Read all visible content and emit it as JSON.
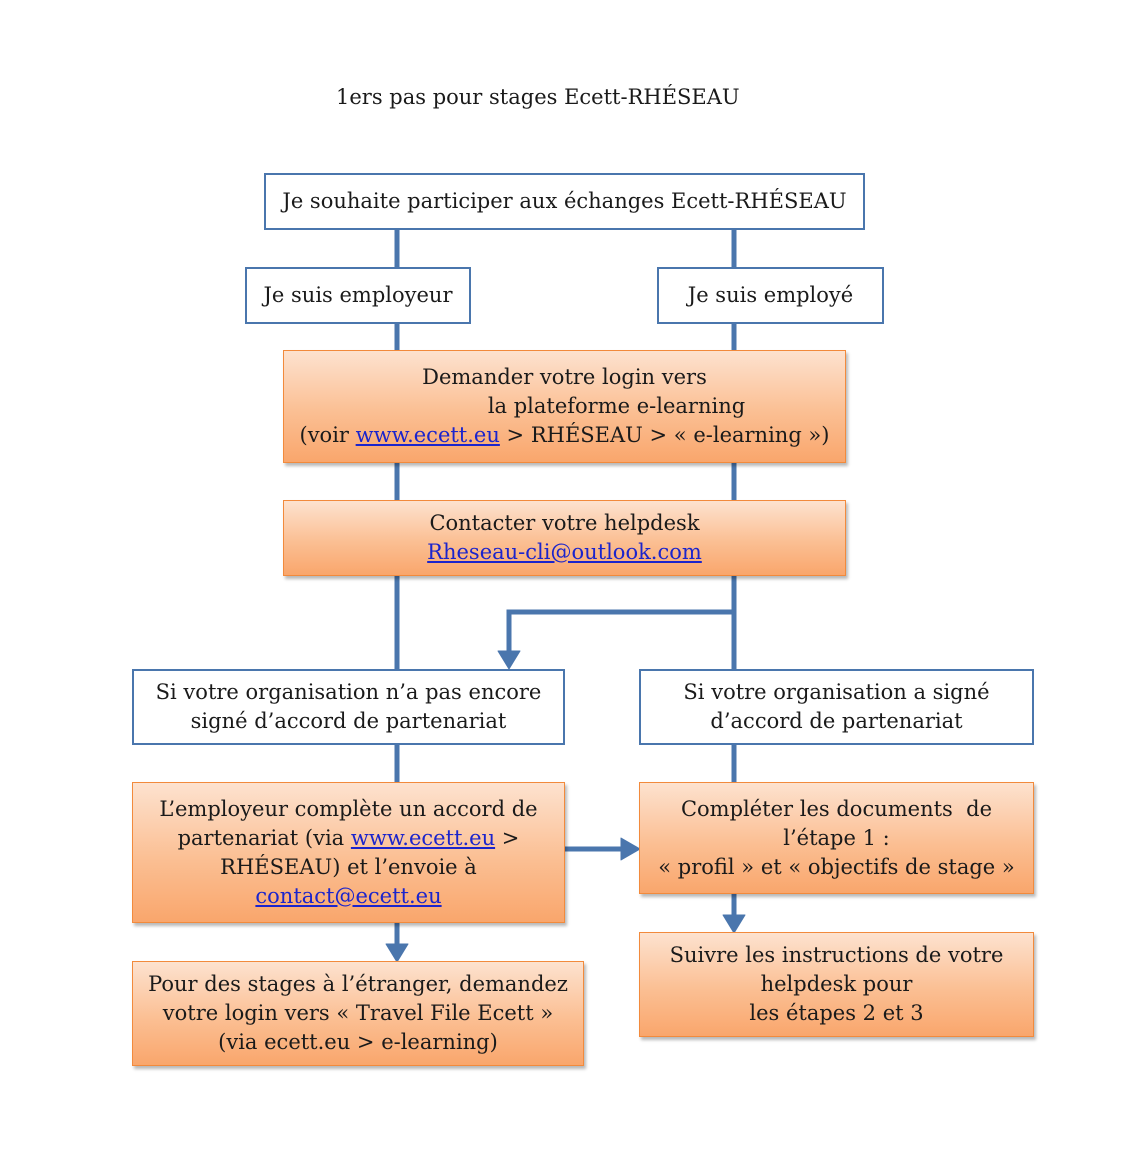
{
  "title": "1ers pas pour stages Ecett-RHÉSEAU",
  "colors": {
    "connector": "#4a76ad",
    "white_box_border": "#4a76ad",
    "orange_box_border": "#f28a3c",
    "link": "#1b24cc"
  },
  "nodes": {
    "start": {
      "text": "Je souhaite participer aux échanges Ecett-RHÉSEAU"
    },
    "employer": {
      "text": "Je suis employeur"
    },
    "employee": {
      "text": "Je suis employé"
    },
    "login": {
      "line1": "Demander votre login vers",
      "line2": "la plateforme e-learning",
      "line3_pre": "(voir ",
      "line3_link": "www.ecett.eu",
      "line3_post": " > RHÉSEAU > « e-learning »)"
    },
    "helpdesk": {
      "line1": "Contacter votre helpdesk",
      "email": "Rheseau-cli@outlook.com"
    },
    "not_signed": {
      "line1": "Si votre organisation n’a pas encore",
      "line2": "signé d’accord de partenariat"
    },
    "signed": {
      "line1": "Si votre organisation a signé",
      "line2": "d’accord de partenariat"
    },
    "agreement": {
      "line1": "L’employeur complète un accord de",
      "line2_pre": "partenariat (via ",
      "line2_link": "www.ecett.eu",
      "line2_post": " >",
      "line3": "RHÉSEAU) et l’envoie à",
      "email": "contact@ecett.eu"
    },
    "step1": {
      "line1": "Compléter les documents  de",
      "line2": "l’étape 1 :",
      "line3": "« profil » et « objectifs de stage »"
    },
    "abroad": {
      "line1": "Pour des stages à l’étranger, demandez",
      "line2": "votre login vers « Travel File Ecett »",
      "line3": "(via ecett.eu > e-learning)"
    },
    "steps23": {
      "line1": "Suivre les instructions de votre",
      "line2": "helpdesk pour",
      "line3": "les étapes 2 et 3"
    }
  }
}
